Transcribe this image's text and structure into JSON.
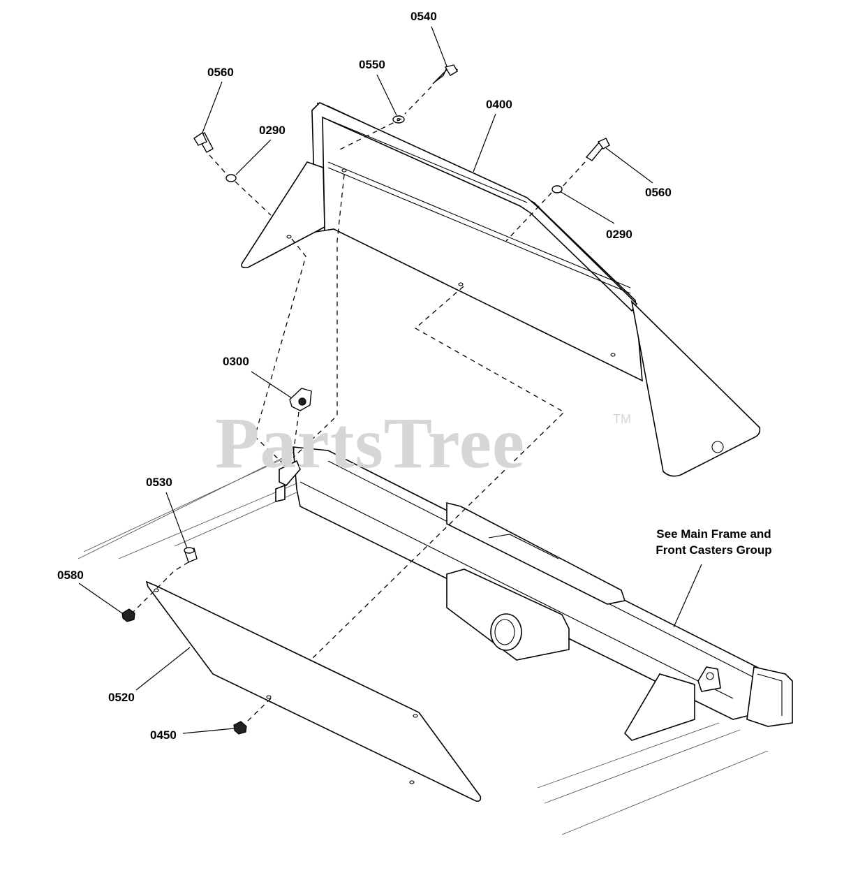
{
  "watermark": {
    "text": "PartsTree",
    "trademark": "TM"
  },
  "callouts": [
    {
      "id": "c0540a",
      "number": "0540"
    },
    {
      "id": "c0550",
      "number": "0550"
    },
    {
      "id": "c0560a",
      "number": "0560"
    },
    {
      "id": "c0290a",
      "number": "0290"
    },
    {
      "id": "c0400",
      "number": "0400"
    },
    {
      "id": "c0560b",
      "number": "0560"
    },
    {
      "id": "c0290b",
      "number": "0290"
    },
    {
      "id": "c0300",
      "number": "0300"
    },
    {
      "id": "c0530",
      "number": "0530"
    },
    {
      "id": "c0580",
      "number": "0580"
    },
    {
      "id": "c0520",
      "number": "0520"
    },
    {
      "id": "c0450",
      "number": "0450"
    }
  ],
  "reference_note": {
    "line1": "See Main Frame and",
    "line2": "Front Casters Group"
  }
}
